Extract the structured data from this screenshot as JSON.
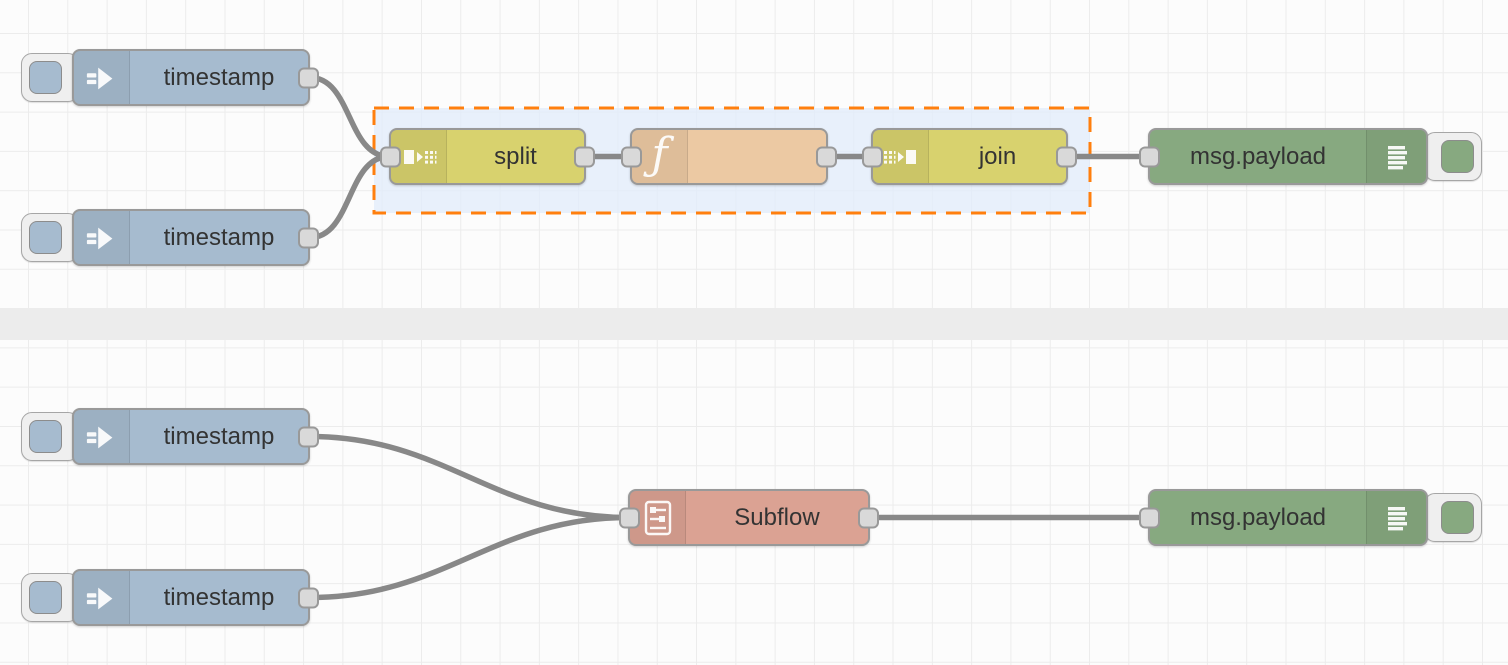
{
  "app": "node-red-flow-editor",
  "colors": {
    "canvas_bg": "#fcfcfc",
    "grid_line": "#ececec",
    "divider": "#ececec",
    "inject": "#a6bbcf",
    "split_join": "#d8d26e",
    "function": "#ecc9a3",
    "debug": "#87a980",
    "subflow": "#dba293",
    "node_border": "#999999",
    "port_fill": "#d9d9d9",
    "wire": "#888888",
    "selection_fill": "#e2ecfa",
    "selection_border": "#ff7f0e",
    "label_text": "#333333",
    "button_tab": "#efefef"
  },
  "glyphs": {
    "function": "ƒ"
  },
  "flow_top": {
    "inject_1": {
      "type": "inject",
      "label": "timestamp"
    },
    "inject_2": {
      "type": "inject",
      "label": "timestamp"
    },
    "split": {
      "type": "split",
      "label": "split"
    },
    "function": {
      "type": "function",
      "label": ""
    },
    "join": {
      "type": "join",
      "label": "join"
    },
    "debug": {
      "type": "debug",
      "label": "msg.payload"
    },
    "selection_group": "split-function-join"
  },
  "flow_bottom": {
    "inject_1": {
      "type": "inject",
      "label": "timestamp"
    },
    "inject_2": {
      "type": "inject",
      "label": "timestamp"
    },
    "subflow": {
      "type": "subflow",
      "label": "Subflow"
    },
    "debug": {
      "type": "debug",
      "label": "msg.payload"
    }
  },
  "icons": [
    "inject-arrow-icon",
    "split-icon",
    "join-icon",
    "function-f-icon",
    "subflow-icon",
    "debug-list-icon"
  ]
}
